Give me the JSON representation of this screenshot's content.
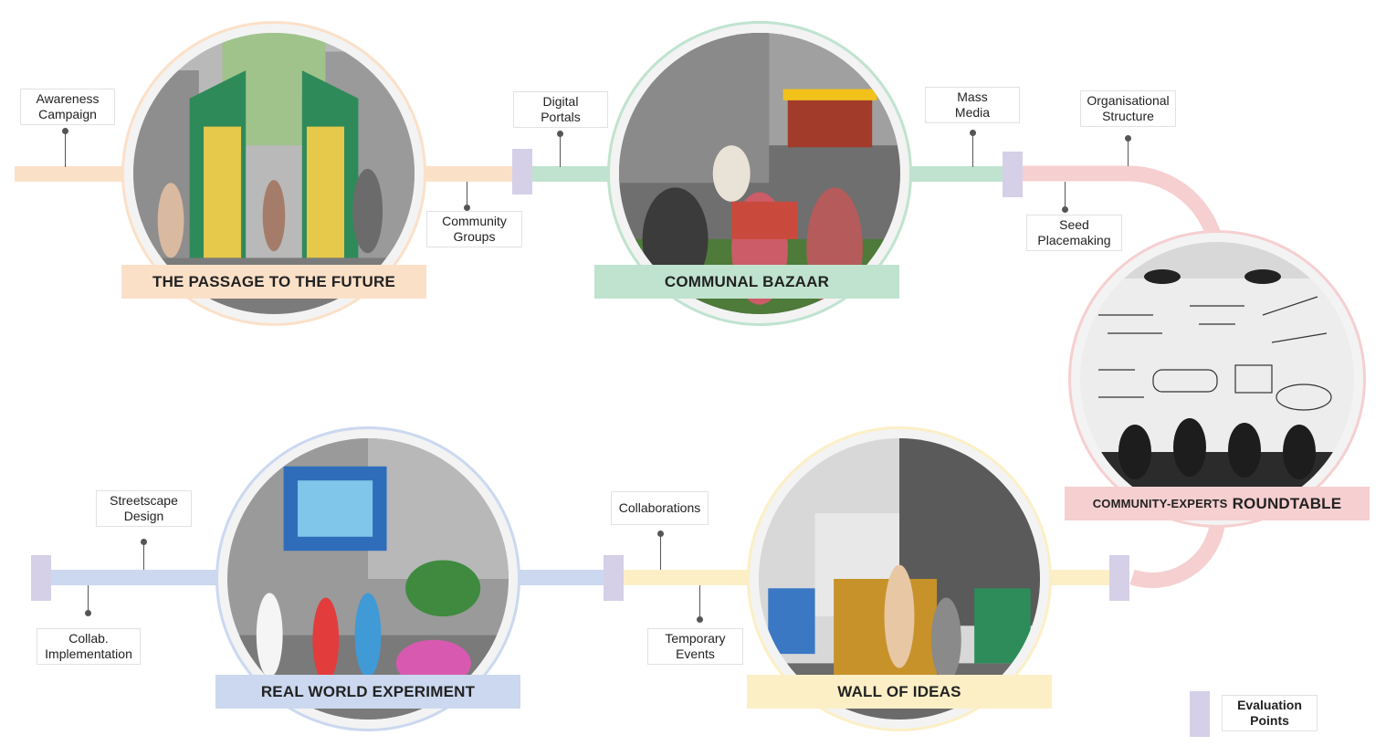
{
  "colors": {
    "orange": "#fbe0c8",
    "green": "#bfe3cf",
    "pink": "#f6cfd0",
    "blue": "#cbd8ef",
    "yellow": "#fcefc6",
    "purple": "#d6cfe8"
  },
  "stages": [
    {
      "title": "THE PASSAGE TO THE FUTURE",
      "color": "orange"
    },
    {
      "title": "COMMUNAL BAZAAR",
      "color": "green"
    },
    {
      "title_prefix": "COMMUNITY-EXPERTS",
      "title": "ROUNDTABLE",
      "color": "pink"
    },
    {
      "title": "WALL OF IDEAS",
      "color": "yellow"
    },
    {
      "title": "REAL WORLD EXPERIMENT",
      "color": "blue"
    }
  ],
  "tags": {
    "awareness": [
      "Awareness",
      "Campaign"
    ],
    "community_groups": [
      "Community",
      "Groups"
    ],
    "digital_portals": [
      "Digital",
      "Portals"
    ],
    "mass_media": [
      "Mass",
      "Media"
    ],
    "organisational": [
      "Organisational",
      "Structure"
    ],
    "seed": [
      "Seed",
      "Placemaking"
    ],
    "collaborations": [
      "Collaborations"
    ],
    "temporary_events": [
      "Temporary",
      "Events"
    ],
    "streetscape": [
      "Streetscape",
      "Design"
    ],
    "collab_impl": [
      "Collab.",
      "Implementation"
    ]
  },
  "legend": {
    "label": [
      "Evaluation",
      "Points"
    ],
    "color": "purple"
  }
}
